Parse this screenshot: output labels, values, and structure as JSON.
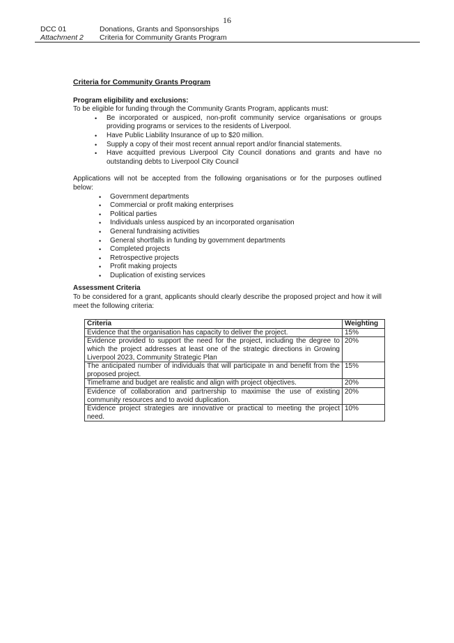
{
  "page_number": "16",
  "header": {
    "code": "DCC 01",
    "attachment": "Attachment 2",
    "line1": "Donations, Grants and Sponsorships",
    "line2": "Criteria for Community Grants Program"
  },
  "title": "Criteria for Community Grants Program",
  "eligibility": {
    "heading": "Program eligibility and exclusions:",
    "intro": "To be eligible for funding through the Community Grants Program, applicants must:",
    "items": [
      "Be incorporated or auspiced, non-profit community service organisations or groups providing programs or services to the residents of Liverpool.",
      "Have Public Liability Insurance of up to $20 million.",
      "Supply a copy of their most recent annual report and/or financial statements.",
      "Have acquitted previous Liverpool City Council donations and grants and have no outstanding debts to Liverpool City Council"
    ]
  },
  "exclusions": {
    "intro": "Applications will not be accepted from the following organisations or for the purposes outlined below:",
    "items": [
      "Government departments",
      "Commercial or profit making enterprises",
      "Political parties",
      "Individuals unless auspiced by an incorporated organisation",
      "General fundraising activities",
      "General shortfalls in funding by government departments",
      "Completed projects",
      "Retrospective projects",
      "Profit making projects",
      "Duplication of existing services"
    ]
  },
  "assessment": {
    "heading": "Assessment Criteria",
    "intro": "To be considered for a grant, applicants should clearly describe the proposed project and how it will meet the following criteria:",
    "table": {
      "headers": [
        "Criteria",
        "Weighting"
      ],
      "rows": [
        [
          "Evidence that the organisation has capacity to deliver the project.",
          "15%"
        ],
        [
          "Evidence provided to support the need for the project, including the degree to which the project addresses at least one of the strategic directions in Growing Liverpool 2023, Community Strategic Plan",
          "20%"
        ],
        [
          "The anticipated number of individuals that will participate in and benefit from the proposed project.",
          "15%"
        ],
        [
          "Timeframe and budget are realistic and align with project objectives.",
          "20%"
        ],
        [
          "Evidence of collaboration and partnership to maximise the use of existing community resources and to avoid duplication.",
          "20%"
        ],
        [
          "Evidence project strategies are innovative or practical to meeting the project need.",
          "10%"
        ]
      ]
    }
  },
  "bullet_glyph": "•"
}
